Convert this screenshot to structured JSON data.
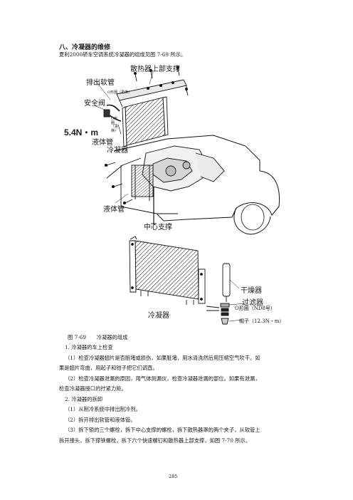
{
  "section": {
    "heading": "八、冷凝器的维修",
    "intro": "夏利2000轿车空调系统冷凝器的组成见图 7-69 所示。"
  },
  "figure": {
    "labels": {
      "radiator_support": "散热器上部支撑",
      "discharge_hose": "排出软管",
      "safety_valve": "安全阀",
      "o_ring_1": "O形圈（更换）",
      "o_ring_2": "O形圈（更换）",
      "torque_1": "5.4N・m",
      "liquid_pipe_1": "液体管",
      "condenser_1": "冷凝器",
      "liquid_pipe_2": "液体管",
      "center_support": "中心支撑",
      "dryer": "干燥器",
      "filter": "过滤器",
      "o_ring_3": "O形圈（ND8号）",
      "cap": "帽子（12.3N・m）",
      "condenser_2": "冷凝器"
    },
    "caption": "图 7-69　　冷凝器的组成"
  },
  "body": {
    "lines": [
      "1. 冷凝器的车上检查",
      "（1）检查冷凝器翅片是否脏堵或损伤，如果脏堵，用水清洗然后用压缩空气吹干。如",
      "果是翅片弯曲，用起子和钳子把它们调直。",
      "（2）检查冷凝器泄漏的原因，用气体测漏仪，检查冷凝器泄漏的部位。如果有泄漏，",
      "检查冷凝器接口的拧紧力矩。",
      "2. 冷凝器的拆卸",
      "（1）从制冷系统中排出制冷剂。",
      "（2）拆开排出软管和液体管。",
      "（3）拆下锁的三个螺栓，拆下中心支撑的螺栓，拆下散热器罩的两个夹子，从软管上",
      "拆开接头，拆下撑铁螺栓，拆下六个快速螺钉和散热器上部支撑，如图 7-70 所示。"
    ]
  },
  "page_number": "285"
}
